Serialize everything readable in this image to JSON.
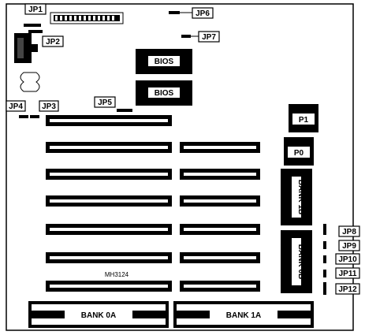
{
  "board": {
    "model": "MH3124",
    "bios_chip_label": "BIOS",
    "bios_chips": [
      "BIOS",
      "BIOS"
    ],
    "jumpers": [
      "JP1",
      "JP2",
      "JP3",
      "JP4",
      "JP5",
      "JP6",
      "JP7",
      "JP8",
      "JP9",
      "JP10",
      "JP11",
      "JP12"
    ],
    "connectors": {
      "p1": "P1",
      "p0": "P0"
    },
    "banks": {
      "bank0a": "BANK 0A",
      "bank1a": "BANK 1A",
      "bank0b": "BANK 0B",
      "bank1b": "BANK 1B"
    }
  }
}
